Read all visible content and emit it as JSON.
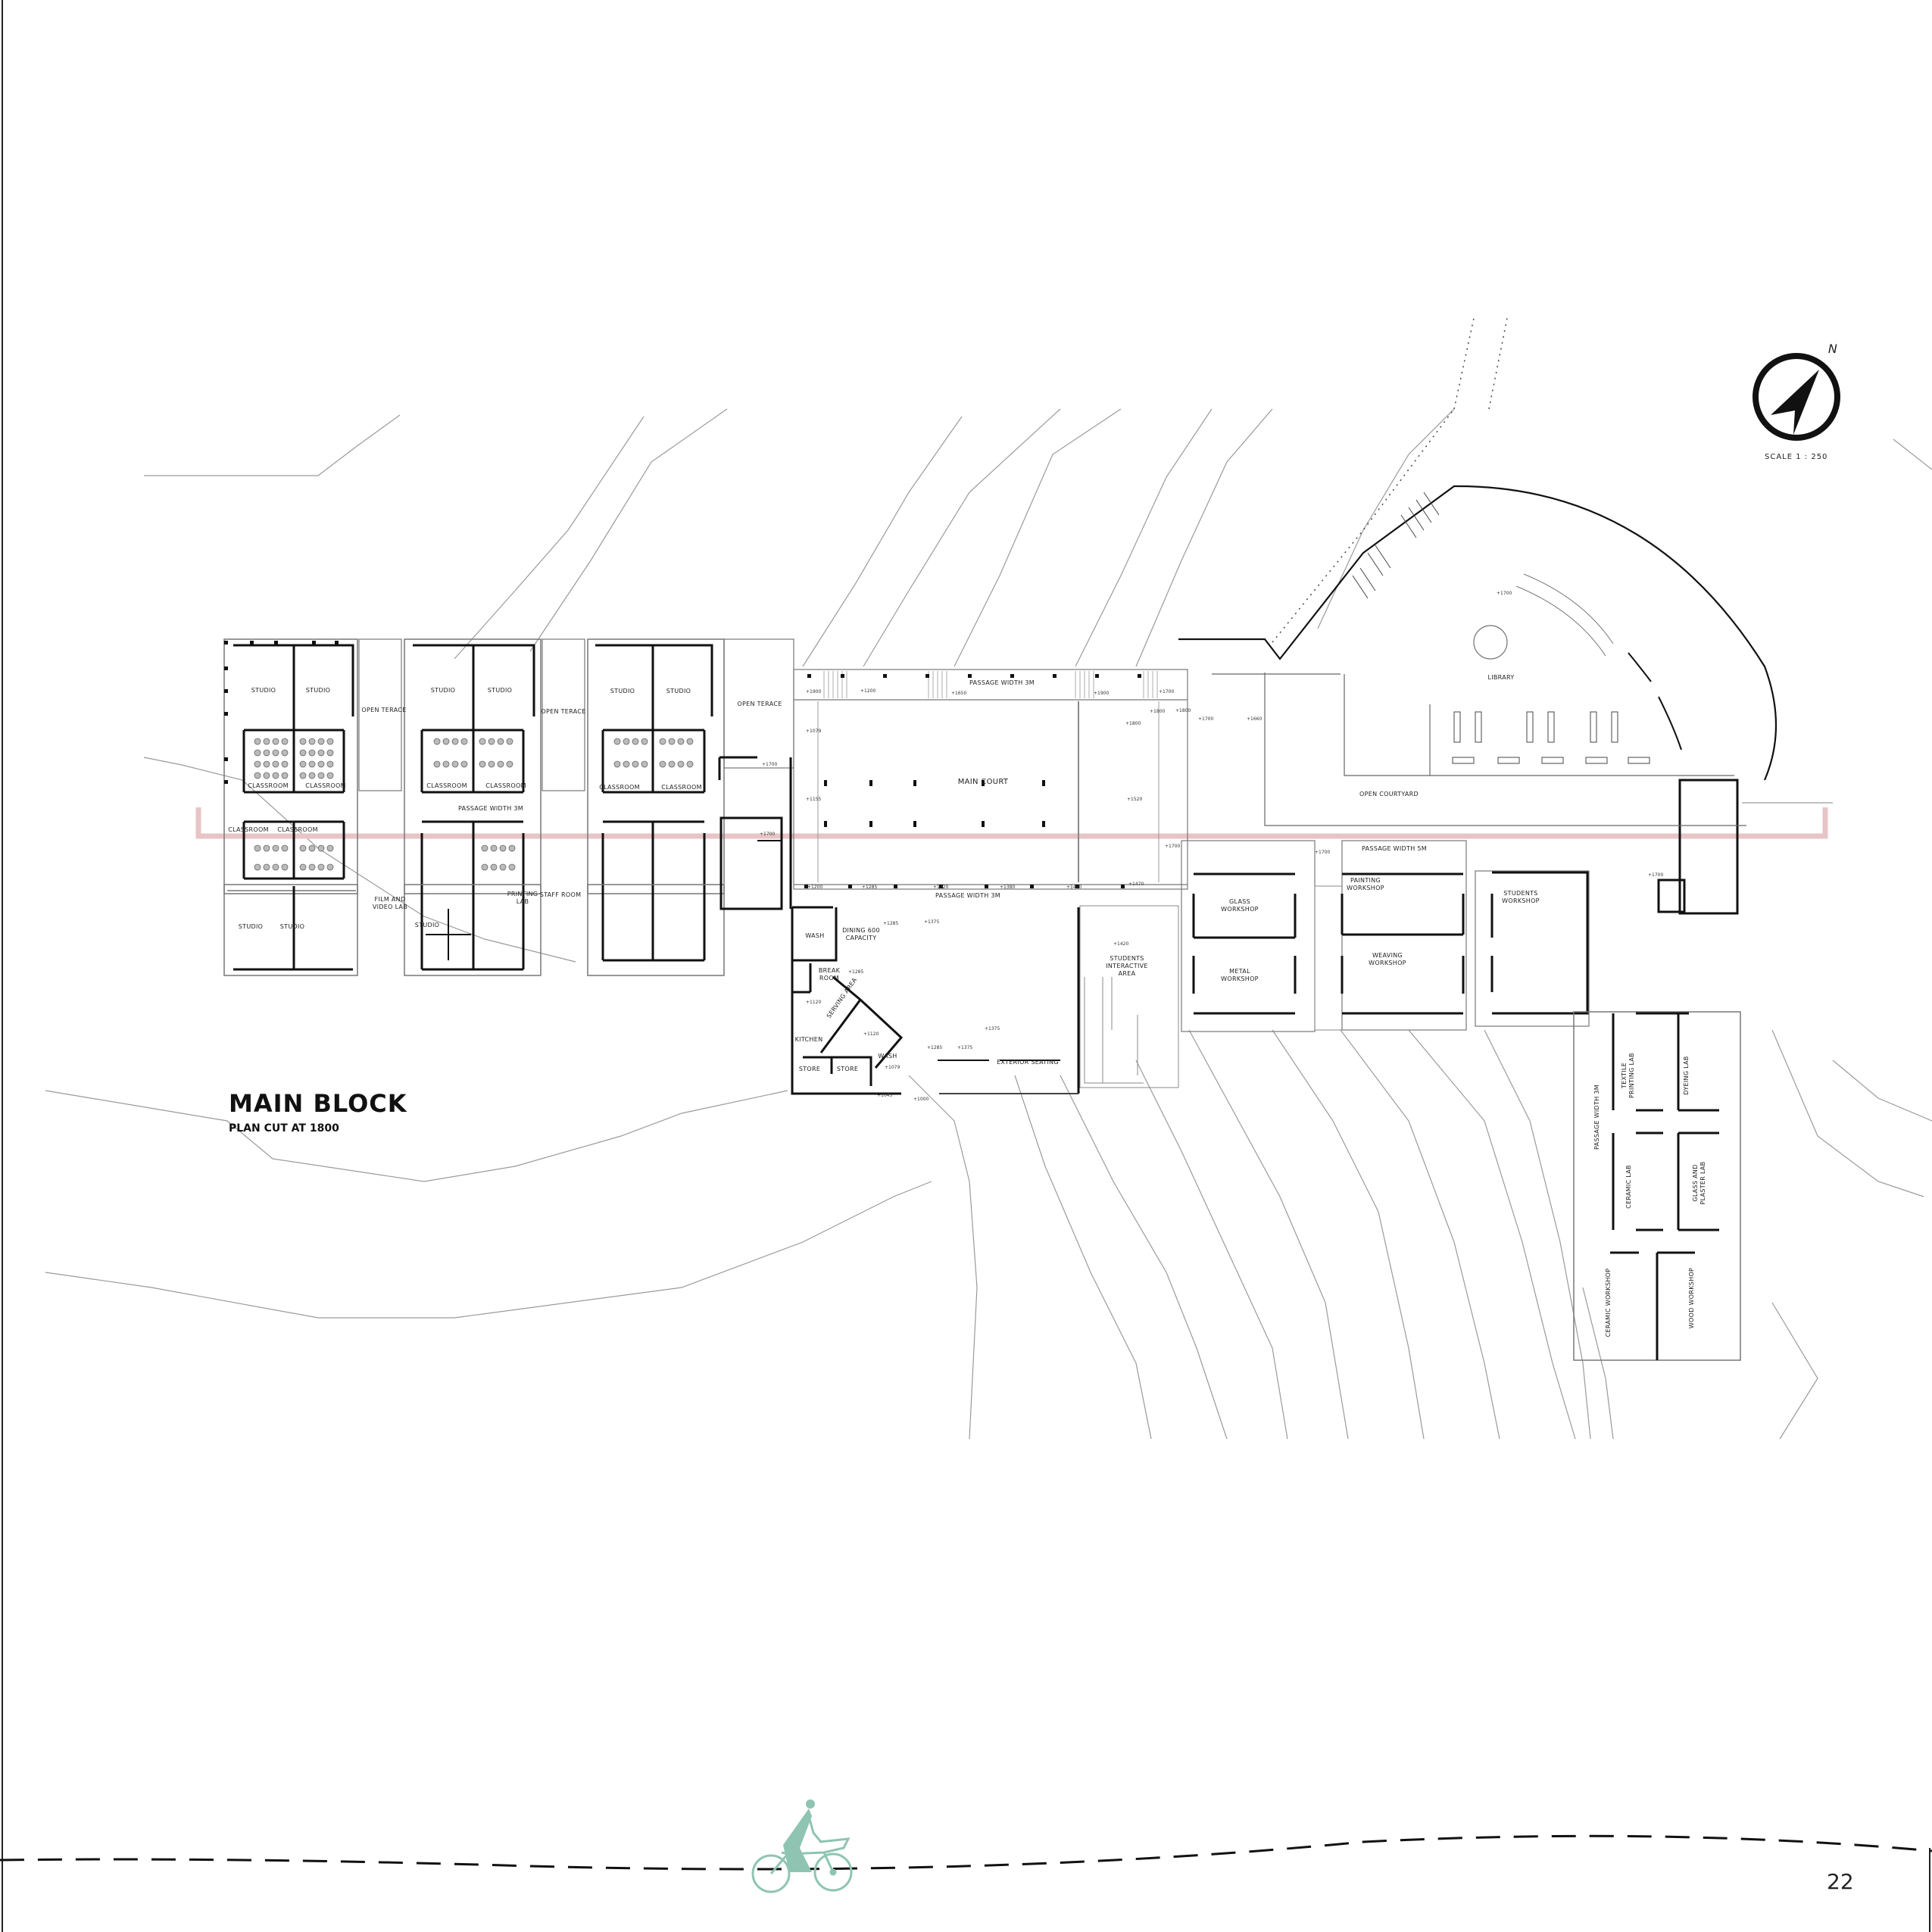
{
  "sheet": {
    "title": "MAIN BLOCK",
    "subtitle": "PLAN CUT AT 1800",
    "page_number": "22",
    "scale": "SCALE   1 : 250",
    "north_label": "N"
  },
  "colors": {
    "section_line": "#e8c4c6",
    "ink": "#111111",
    "contour": "#9a9a9a",
    "cyclist": "#8fc4b2"
  },
  "icons": [
    "north-arrow-icon",
    "cyclist-icon"
  ],
  "rooms": {
    "w1_studio_a": "STUDIO",
    "w1_studio_b": "STUDIO",
    "w1_class_a": "CLASSROOM",
    "w1_class_b": "CLASSROOM",
    "terrace_1": "OPEN TERACE",
    "w2_studio_a": "STUDIO",
    "w2_studio_b": "STUDIO",
    "w2_class_a": "CLASSROOM",
    "w2_class_b": "CLASSROOM",
    "terrace_2": "OPEN TERACE",
    "w3_studio_a": "STUDIO",
    "w3_studio_b": "STUDIO",
    "w3_class_a": "CLASSROOM",
    "w3_class_b": "CLASSROOM",
    "terrace_3": "OPEN TERACE",
    "passage_west": "PASSAGE WIDTH 3M",
    "s1_class_a": "CLASSROOM",
    "s1_class_b": "CLASSROOM",
    "s1_studio_a": "STUDIO",
    "s1_studio_b": "STUDIO",
    "film_lab": "FILM AND VIDEO LAB",
    "s2_studio": "STUDIO",
    "printing_lab": "PRINTING LAB",
    "staff_room": "STAFF ROOM",
    "passage_court_n": "PASSAGE WIDTH 3M",
    "main_court": "MAIN COURT",
    "passage_court_s": "PASSAGE WIDTH 3M",
    "wash_1": "WASH",
    "dining": "DINING 600 CAPACITY",
    "break_room": "BREAK ROOM",
    "serving_area": "SERVING AREA",
    "kitchen": "KITCHEN",
    "wash_2": "WASH",
    "store_1": "STORE",
    "store_2": "STORE",
    "exterior_seating": "EXTERIOR SEATING",
    "students_interactive": "STUDENTS INTERACTIVE AREA",
    "library": "LIBRARY",
    "open_courtyard": "OPEN COURTYARD",
    "passage_east": "PASSAGE WIDTH 5M",
    "glass_workshop": "GLASS WORKSHOP",
    "metal_workshop": "METAL WORKSHOP",
    "painting_workshop": "PAINTING WORKSHOP",
    "weaving_workshop": "WEAVING WORKSHOP",
    "students_workshop": "STUDENTS WORKSHOP",
    "passage_south": "PASSAGE WIDTH 3M",
    "textile_printing_lab": "TEXTILE PRINTING LAB",
    "dyeing_lab": "DYEING LAB",
    "ceramic_lab": "CERAMIC LAB",
    "glass_plaster_lab": "GLASS AND PLASTER LAB",
    "ceramic_workshop": "CERAMIC WORKSHOP",
    "wood_workshop": "WOOD WORKSHOP"
  },
  "levels": {
    "l1": "+1700",
    "l2": "+1700",
    "l3": "+1900",
    "l4": "+1200",
    "l5": "+1650",
    "l6": "+1900",
    "l7": "+1700",
    "l8": "+1079",
    "l9": "+1155",
    "l10": "+1800",
    "l11": "+1800",
    "l12": "+1520",
    "l13": "+1700",
    "l14": "+1200",
    "l15": "+1285",
    "l16": "+1320",
    "l17": "+1380",
    "l18": "+1420",
    "l19": "+1470",
    "l20": "+1285",
    "l21": "+1375",
    "l22": "+1285",
    "l23": "+1120",
    "l24": "+1120",
    "l25": "+1079",
    "l26": "+1045",
    "l27": "+1000",
    "l28": "+1375",
    "l29": "+1285",
    "l30": "+1375",
    "l31": "+1420",
    "l32": "+1700",
    "l33": "+1800",
    "l34": "+1700",
    "l35": "+1660",
    "l36": "+1700",
    "l37": "+1700"
  }
}
